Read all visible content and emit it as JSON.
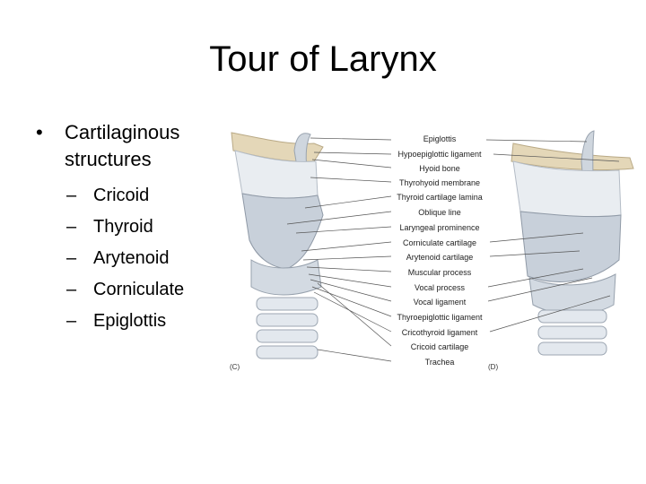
{
  "slide": {
    "title": "Tour of Larynx",
    "bullet": "Cartilaginous structures",
    "subitems": [
      "Cricoid",
      "Thyroid",
      "Arytenoid",
      "Corniculate",
      "Epiglottis"
    ]
  },
  "figure": {
    "labels": [
      "Epiglottis",
      "Hypoepiglottic ligament",
      "Hyoid bone",
      "Thyrohyoid membrane",
      "Thyroid cartilage lamina",
      "Oblique line",
      "Laryngeal prominence",
      "Corniculate cartilage",
      "Arytenoid cartilage",
      "Muscular process",
      "Vocal process",
      "Vocal ligament",
      "Thyroepiglottic ligament",
      "Cricothyroid ligament",
      "Cricoid cartilage",
      "Trachea"
    ],
    "panel_left": "(C)",
    "panel_right": "(D)"
  },
  "colors": {
    "cartilage": "#dfe4ea",
    "cartilage_shade": "#c4ccd6",
    "bone": "#e4d7b8",
    "line": "#555555"
  }
}
